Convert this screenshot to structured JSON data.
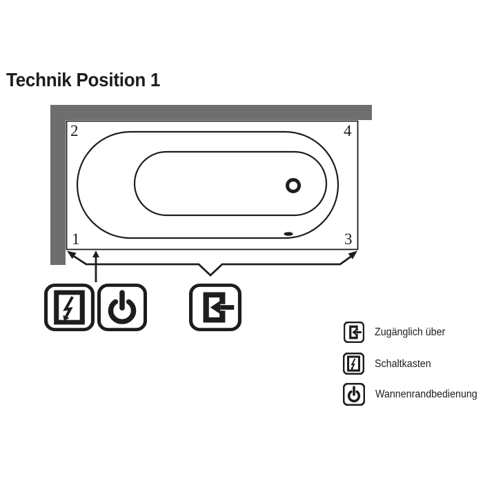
{
  "title": "Technik Position 1",
  "colors": {
    "wall": "#6e6e6e",
    "line": "#1d1d1b",
    "background": "#ffffff"
  },
  "diagram": {
    "corners": {
      "top_left": "2",
      "top_right": "4",
      "bottom_left": "1",
      "bottom_right": "3"
    },
    "symbols_row": [
      "switchbox-icon",
      "power-icon",
      "access-icon"
    ]
  },
  "legend": {
    "items": [
      {
        "icon": "access-icon",
        "label": "Zugänglich über"
      },
      {
        "icon": "switchbox-icon",
        "label": "Schaltkasten"
      },
      {
        "icon": "power-icon",
        "label": "Wannenrandbedienung"
      }
    ]
  }
}
